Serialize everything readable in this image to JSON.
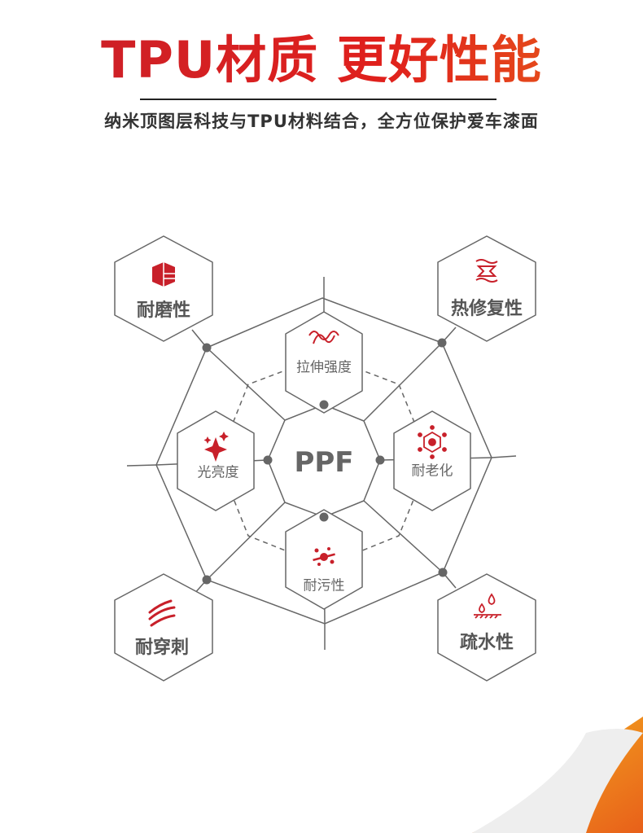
{
  "header": {
    "title": "TPU材质 更好性能",
    "subtitle": "纳米顶图层科技与TPU材料结合，全方位保护爱车漆面"
  },
  "diagram": {
    "center": "PPF",
    "inner_features": [
      {
        "label": "拉伸强度",
        "icon": "wave-strength-icon"
      },
      {
        "label": "耐老化",
        "icon": "virus-aging-icon"
      },
      {
        "label": "耐污性",
        "icon": "splatter-stain-icon"
      },
      {
        "label": "光亮度",
        "icon": "sparkle-icon"
      }
    ],
    "outer_features": [
      {
        "label": "耐磨性",
        "icon": "layered-cube-icon"
      },
      {
        "label": "热修复性",
        "icon": "heat-repair-icon"
      },
      {
        "label": "耐穿刺",
        "icon": "claw-scratch-icon"
      },
      {
        "label": "疏水性",
        "icon": "water-drop-icon"
      }
    ]
  },
  "colors": {
    "accent": "#c8202a",
    "line": "#666666",
    "orange": "#f0a020"
  }
}
